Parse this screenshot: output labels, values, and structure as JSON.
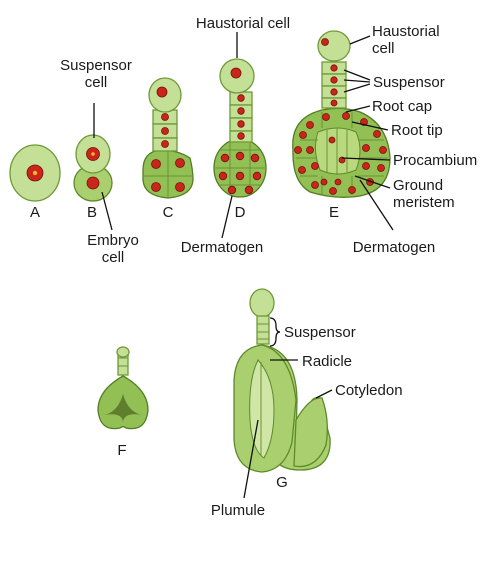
{
  "labels": {
    "haustorial_d": "Haustorial cell",
    "haustorial_e_1": "Haustorial",
    "haustorial_e_2": "cell",
    "suspensor_b_1": "Suspensor",
    "suspensor_b_2": "cell",
    "suspensor_e": "Suspensor",
    "root_cap": "Root cap",
    "root_tip": "Root tip",
    "procambium": "Procambium",
    "ground_meristem_1": "Ground",
    "ground_meristem_2": "meristem",
    "dermatogen_d": "Dermatogen",
    "dermatogen_e": "Dermatogen",
    "embryo_cell_1": "Embryo",
    "embryo_cell_2": "cell",
    "suspensor_g": "Suspensor",
    "radicle": "Radicle",
    "cotyledon": "Cotyledon",
    "plumule": "Plumule"
  },
  "stages": [
    "A",
    "B",
    "C",
    "D",
    "E",
    "F",
    "G"
  ],
  "colors": {
    "light_cell": "#c4df96",
    "mid_cell": "#a9cf6e",
    "dark_cell": "#93c055",
    "nucleus": "#c8251b",
    "nucleus_center": "#f7b329"
  }
}
